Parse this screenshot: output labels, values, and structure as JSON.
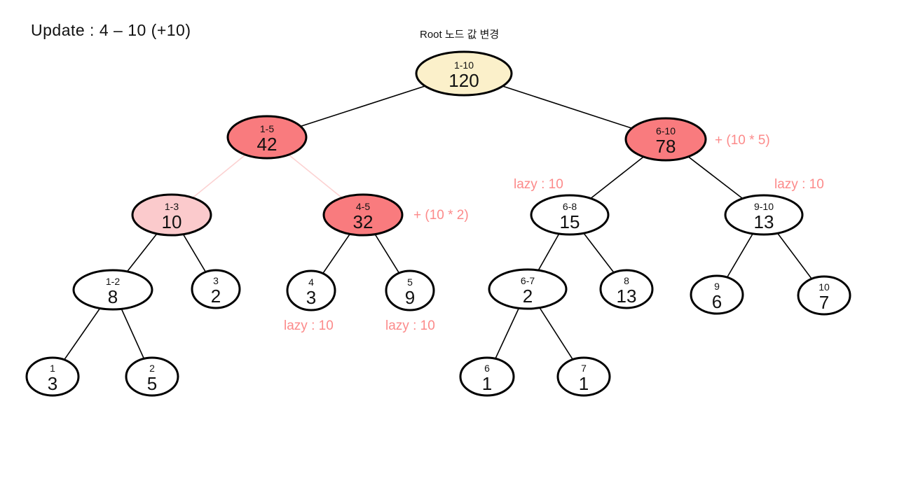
{
  "title": "Update : 4 – 10 (+10)",
  "subtitle": "Root 노드 값 변경",
  "colors": {
    "cream": "#fbf0ca",
    "red": "#f97b7e",
    "pink": "#fbcacc",
    "white": "#ffffff",
    "edge_pink": "#fcd2d2",
    "edge_black": "#000000",
    "annotation": "#fc8a8a"
  },
  "tree": {
    "nodes": [
      {
        "range": "1-10",
        "value": "120",
        "fill": "cream"
      },
      {
        "range": "1-5",
        "value": "42",
        "fill": "red"
      },
      {
        "range": "6-10",
        "value": "78",
        "fill": "red"
      },
      {
        "range": "1-3",
        "value": "10",
        "fill": "pink"
      },
      {
        "range": "4-5",
        "value": "32",
        "fill": "red"
      },
      {
        "range": "6-8",
        "value": "15",
        "fill": "white"
      },
      {
        "range": "9-10",
        "value": "13",
        "fill": "white"
      },
      {
        "range": "1-2",
        "value": "8",
        "fill": "white"
      },
      {
        "range": "3",
        "value": "2",
        "fill": "white"
      },
      {
        "range": "4",
        "value": "3",
        "fill": "white"
      },
      {
        "range": "5",
        "value": "9",
        "fill": "white"
      },
      {
        "range": "6-7",
        "value": "2",
        "fill": "white"
      },
      {
        "range": "8",
        "value": "13",
        "fill": "white"
      },
      {
        "range": "9",
        "value": "6",
        "fill": "white"
      },
      {
        "range": "10",
        "value": "7",
        "fill": "white"
      },
      {
        "range": "1",
        "value": "3",
        "fill": "white"
      },
      {
        "range": "2",
        "value": "5",
        "fill": "white"
      },
      {
        "range": "6",
        "value": "1",
        "fill": "white"
      },
      {
        "range": "7",
        "value": "1",
        "fill": "white"
      }
    ]
  },
  "annotations": {
    "plus_right": "+ (10 * 5)",
    "plus_left": "+ (10 * 2)",
    "lazy_6_8": "lazy : 10",
    "lazy_9_10": "lazy : 10",
    "lazy_4": "lazy : 10",
    "lazy_5": "lazy : 10"
  }
}
